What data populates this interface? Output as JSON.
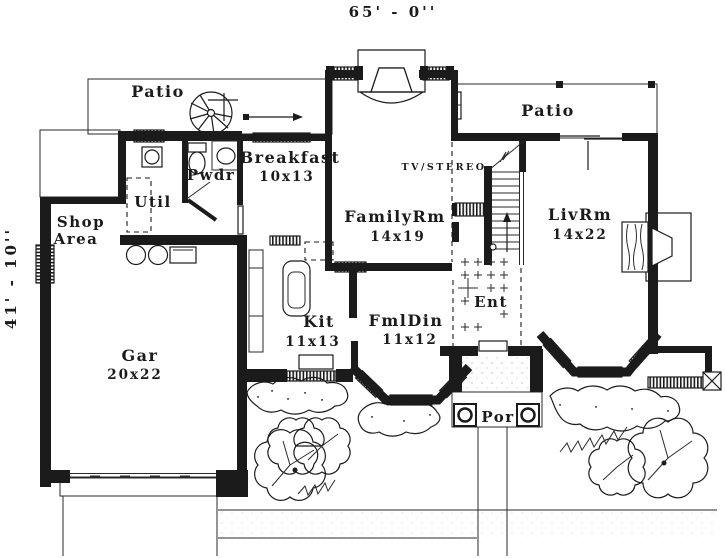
{
  "plan": {
    "ink_color": "#1b1b1b",
    "paper_color": "#ffffff",
    "dimensions": {
      "width_label": "65' - 0''",
      "height_label": "41' - 10''"
    },
    "rooms": {
      "patio_left": {
        "label": "Patio"
      },
      "patio_right": {
        "label": "Patio"
      },
      "breakfast": {
        "label": "Breakfast",
        "size": "10x13"
      },
      "powder": {
        "label": "Pwdr"
      },
      "utility": {
        "label": "Util"
      },
      "shop": {
        "line1": "Shop",
        "line2": "Area"
      },
      "tv": {
        "label": "TV/STEREO"
      },
      "family": {
        "label": "FamilyRm",
        "size": "14x19"
      },
      "living": {
        "label": "LivRm",
        "size": "14x22"
      },
      "entry": {
        "label": "Ent"
      },
      "kitchen": {
        "label": "Kit",
        "size": "11x13"
      },
      "dining": {
        "label": "FmlDin",
        "size": "11x12"
      },
      "garage": {
        "label": "Gar",
        "size": "20x22"
      },
      "porch": {
        "label": "Por"
      }
    }
  }
}
